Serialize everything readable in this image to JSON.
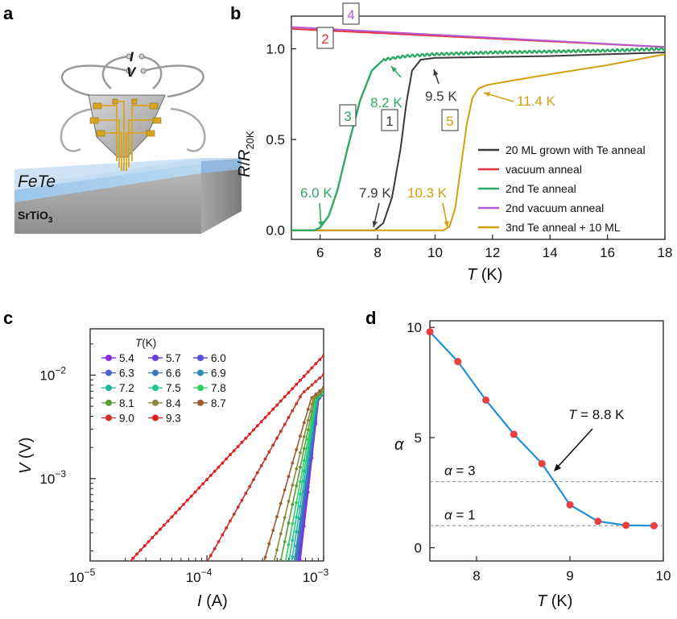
{
  "panel_a": {
    "label": "a",
    "material_film": "FeTe",
    "substrate": "SrTiO",
    "substrate_sub": "3",
    "current_label": "I",
    "voltage_label": "V"
  },
  "colors": {
    "black": "#3a3a3a",
    "red": "#e8323c",
    "green": "#2fa866",
    "purple": "#b45ad2",
    "gold": "#d4a010",
    "blue": "#1f8fdc",
    "dot": "#e84040"
  },
  "chart_data": [
    {
      "panel": "b",
      "type": "line",
      "xlabel": "T",
      "xunit": "(K)",
      "ylabel": "R",
      "ylabel_sep": "/",
      "ylabel_den": "R",
      "ylabel_sub": "20K",
      "xlim": [
        5,
        18
      ],
      "ylim": [
        -0.05,
        1.18
      ],
      "xticks": [
        "6",
        "8",
        "10",
        "12",
        "14",
        "16",
        "18"
      ],
      "xtick_values": [
        6,
        8,
        10,
        12,
        14,
        16,
        18
      ],
      "yticks": [
        "0.0",
        "0.5",
        "1.0"
      ],
      "ytick_values": [
        0,
        0.5,
        1.0
      ],
      "series": [
        {
          "name": "20 ML grown with Te anneal",
          "tag": "1",
          "color": "#3a3a3a",
          "x": [
            5,
            7.9,
            8.2,
            8.5,
            8.8,
            9.0,
            9.2,
            9.5,
            10,
            12,
            14,
            16,
            18
          ],
          "y": [
            0.0,
            0.0,
            0.04,
            0.18,
            0.45,
            0.7,
            0.88,
            0.94,
            0.95,
            0.955,
            0.96,
            0.97,
            0.98
          ]
        },
        {
          "name": "vacuum anneal",
          "tag": "2",
          "color": "#e8323c",
          "x": [
            5,
            18
          ],
          "y": [
            1.11,
            1.01
          ]
        },
        {
          "name": "2nd Te anneal",
          "tag": "3",
          "color": "#2fa866",
          "x": [
            5,
            5.8,
            6.0,
            6.3,
            6.6,
            7.0,
            7.4,
            7.8,
            8.2,
            9,
            10,
            12,
            14,
            16,
            18
          ],
          "y": [
            0.0,
            0.0,
            0.015,
            0.08,
            0.22,
            0.48,
            0.72,
            0.88,
            0.94,
            0.96,
            0.97,
            0.98,
            0.985,
            0.99,
            1.0
          ]
        },
        {
          "name": "2nd vacuum anneal",
          "tag": "4",
          "color": "#b45ad2",
          "x": [
            5,
            18
          ],
          "y": [
            1.12,
            1.01
          ]
        },
        {
          "name": "3nd Te anneal + 10 ML",
          "tag": "5",
          "color": "#d4a010",
          "x": [
            5,
            10.3,
            10.5,
            10.7,
            10.9,
            11.1,
            11.3,
            11.5,
            11.8,
            12.5,
            14,
            16,
            18
          ],
          "y": [
            0.0,
            0.0,
            0.02,
            0.12,
            0.35,
            0.58,
            0.73,
            0.78,
            0.8,
            0.82,
            0.86,
            0.91,
            0.97
          ]
        }
      ],
      "annotations": [
        {
          "text": "4",
          "color": "#b45ad2",
          "boxed": true
        },
        {
          "text": "2",
          "color": "#e8323c",
          "boxed": true
        },
        {
          "text": "3",
          "color": "#2fa866",
          "boxed": true
        },
        {
          "text": "1",
          "color": "#3a3a3a",
          "boxed": true
        },
        {
          "text": "5",
          "color": "#d4a010",
          "boxed": true
        },
        {
          "text": "8.2 K",
          "color": "#2fa866",
          "boxed": false
        },
        {
          "text": "9.5 K",
          "color": "#3a3a3a",
          "boxed": false
        },
        {
          "text": "11.4 K",
          "color": "#d4a010",
          "boxed": false
        },
        {
          "text": "6.0 K",
          "color": "#2fa866",
          "boxed": false
        },
        {
          "text": "7.9 K",
          "color": "#3a3a3a",
          "boxed": false
        },
        {
          "text": "10.3 K",
          "color": "#d4a010",
          "boxed": false
        }
      ]
    },
    {
      "panel": "c",
      "type": "line",
      "scale": "log-log",
      "xlabel": "I",
      "xunit": "(A)",
      "ylabel": "V",
      "yunit": "(V)",
      "xlim": [
        1e-05,
        0.001
      ],
      "ylim": [
        0.00016,
        0.028
      ],
      "xticks_base": [
        "10",
        "10",
        "10"
      ],
      "xticks_exp": [
        "−5",
        "−4",
        "−3"
      ],
      "xtick_values": [
        1e-05,
        0.0001,
        0.001
      ],
      "yticks_base": [
        "10",
        "10"
      ],
      "yticks_exp": [
        "−3",
        "−2"
      ],
      "ytick_values": [
        0.001,
        0.01
      ],
      "legend_title": "T",
      "legend_unit": "(K)",
      "series": [
        {
          "name": "5.4",
          "color": "#8a2be2",
          "alpha": 9.9
        },
        {
          "name": "5.7",
          "color": "#6a3cdc",
          "alpha": 9.5
        },
        {
          "name": "6.0",
          "color": "#5a50d2",
          "alpha": 9.1
        },
        {
          "name": "6.3",
          "color": "#4a64c8",
          "alpha": 8.7
        },
        {
          "name": "6.6",
          "color": "#3c78be",
          "alpha": 8.3
        },
        {
          "name": "6.9",
          "color": "#2e8cb4",
          "alpha": 7.9
        },
        {
          "name": "7.2",
          "color": "#22b89c",
          "alpha": 7.3
        },
        {
          "name": "7.5",
          "color": "#1cc88a",
          "alpha": 6.7
        },
        {
          "name": "7.8",
          "color": "#32cc64",
          "alpha": 6.1
        },
        {
          "name": "8.1",
          "color": "#5a9e3a",
          "alpha": 5.4
        },
        {
          "name": "8.4",
          "color": "#8a8a3c",
          "alpha": 4.7
        },
        {
          "name": "8.7",
          "color": "#a05a32",
          "alpha": 3.9
        },
        {
          "name": "9.0",
          "color": "#c83228",
          "alpha": 2.0
        },
        {
          "name": "9.3",
          "color": "#e01e1e",
          "alpha": 1.2
        }
      ]
    },
    {
      "panel": "d",
      "type": "scatter",
      "xlabel": "T",
      "xunit": "(K)",
      "ylabel": "α",
      "xlim": [
        7.5,
        10.0
      ],
      "ylim": [
        -0.6,
        10.3
      ],
      "xticks": [
        "8",
        "9",
        "10"
      ],
      "xtick_values": [
        8,
        9,
        10
      ],
      "yticks": [
        "0",
        "5",
        "10"
      ],
      "ytick_values": [
        0,
        5,
        10
      ],
      "x": [
        7.5,
        7.8,
        8.1,
        8.4,
        8.7,
        9.0,
        9.3,
        9.6,
        9.9
      ],
      "y": [
        9.8,
        8.45,
        6.7,
        5.15,
        3.82,
        1.95,
        1.2,
        1.02,
        1.0
      ],
      "hlines": [
        {
          "value": 3,
          "label_sym": "α",
          "label_rest": " = 3"
        },
        {
          "value": 1,
          "label_sym": "α",
          "label_rest": " = 1"
        }
      ],
      "annotation_sym": "T",
      "annotation_rest": " = 8.8 K"
    }
  ]
}
